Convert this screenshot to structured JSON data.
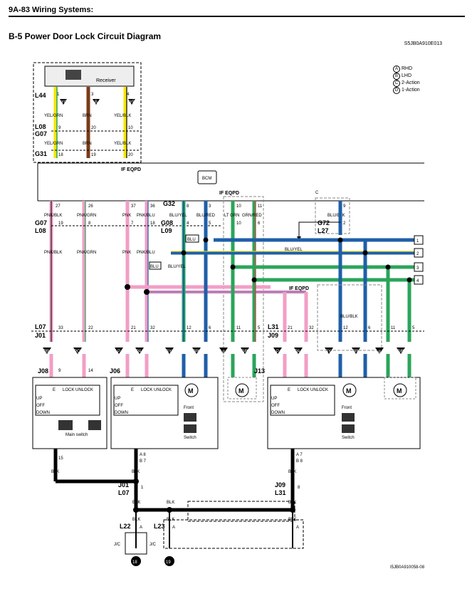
{
  "header": {
    "section": "9A-83   Wiring Systems:",
    "title": "B-5 Power Door Lock Circuit Diagram",
    "code": "S5JB0A910E013",
    "footer_code": "I5JB0A910058-08"
  },
  "legend": [
    {
      "key": "A",
      "text": "RHD"
    },
    {
      "key": "B",
      "text": "LHD"
    },
    {
      "key": "C",
      "text": "2-Action"
    },
    {
      "key": "D",
      "text": "1-Action"
    }
  ],
  "receiver": {
    "label": "Receiver",
    "conn": "L44",
    "pins": [
      "1",
      "3",
      "4"
    ],
    "wires": [
      "YEL/GRN",
      "BRN",
      "YEL/BLK"
    ],
    "wires2": [
      "YEL/GRN",
      "BRN",
      "YEL/BLK"
    ],
    "tags": [
      "YC",
      "B",
      "YB"
    ],
    "l08_g07": [
      "L08",
      "G07"
    ],
    "pins2": [
      "9",
      "20",
      "10"
    ],
    "g31": "G31",
    "pins3": [
      "18",
      "19",
      "20"
    ]
  },
  "bcm": {
    "label": "BCM",
    "if_eqpd": "IF EQPD",
    "if_eqpd2": "IF EQPD",
    "g07_l08": [
      "G07",
      "L08"
    ],
    "left_pins_top": [
      "27",
      "26",
      "37",
      "36"
    ],
    "left_pins_mid": [
      "19",
      "8",
      "7",
      "18"
    ],
    "left_wires": [
      "PNK/BLK",
      "PNK/GRN",
      "PNK",
      "PNK/BLU"
    ],
    "g32": "G32",
    "g08_l09": [
      "G08",
      "L09"
    ],
    "mid_pins_top": [
      "8",
      "3",
      "10",
      "11"
    ],
    "mid_pins_mid": [
      "4",
      "5",
      "10",
      "6"
    ],
    "mid_wires": [
      "BLU/YEL",
      "BLU/RED",
      "LT GRN",
      "GRN/RED"
    ],
    "g72_l27": [
      "G72",
      "L27"
    ],
    "c_pin_top": "9",
    "c_pin_mid": "2",
    "c_wire": "BLU/BLK",
    "buses": [
      "1",
      "2",
      "3",
      "4"
    ],
    "bus_wire": "BLU/YEL",
    "blu": "BLU",
    "if_eqpd3": "IF EQPD"
  },
  "lower": {
    "l07_j01": [
      "L07",
      "J01"
    ],
    "l07_pins": [
      "33",
      "22",
      "21",
      "32",
      "12",
      "6",
      "11",
      "5"
    ],
    "l31_j09": [
      "L31",
      "J09"
    ],
    "l31_pins": [
      "21",
      "32",
      "12",
      "6",
      "11",
      "5"
    ],
    "tags_left": [
      "PB",
      "PC",
      "P",
      "PA",
      "BY",
      "BR",
      "Lg",
      "GR"
    ],
    "tags_right": [
      "P",
      "PA",
      "BY",
      "BR",
      "Lg",
      "GR"
    ],
    "blu_blk": "BLU/BLK"
  },
  "switches": [
    {
      "conn": "J08",
      "pins": [
        "9",
        "14"
      ],
      "name": "Main switch",
      "ground": "15"
    },
    {
      "conn": "J06",
      "name": "Front",
      "name2": "Switch"
    },
    {
      "conn": "J13",
      "name": "Front",
      "name2": "Switch"
    }
  ],
  "switch_table": {
    "cols": [
      "E",
      "LOCK",
      "UNLOCK"
    ],
    "rows": [
      "UP",
      "OFF",
      "DOWN"
    ]
  },
  "ground": {
    "wire": "BLK",
    "j01_l07": [
      "J01",
      "L07"
    ],
    "pin": "1",
    "j09_l31": [
      "J09",
      "L31"
    ],
    "pin_r": "8",
    "pins_left": [
      "A 8",
      "B 7"
    ],
    "pins_right": [
      "A 7",
      "B 8"
    ],
    "l22": "L22",
    "l23": "L23",
    "jc": "J/C",
    "gnd1": "18",
    "gnd2": "19",
    "a_label": "A"
  },
  "colors": {
    "yellow": "#f3e600",
    "brown": "#7a3a18",
    "pink": "#f29ec6",
    "blue": "#1f5fa8",
    "green": "#2aa55a",
    "teal": "#2e8b6e",
    "gray": "#9a9a9a"
  }
}
